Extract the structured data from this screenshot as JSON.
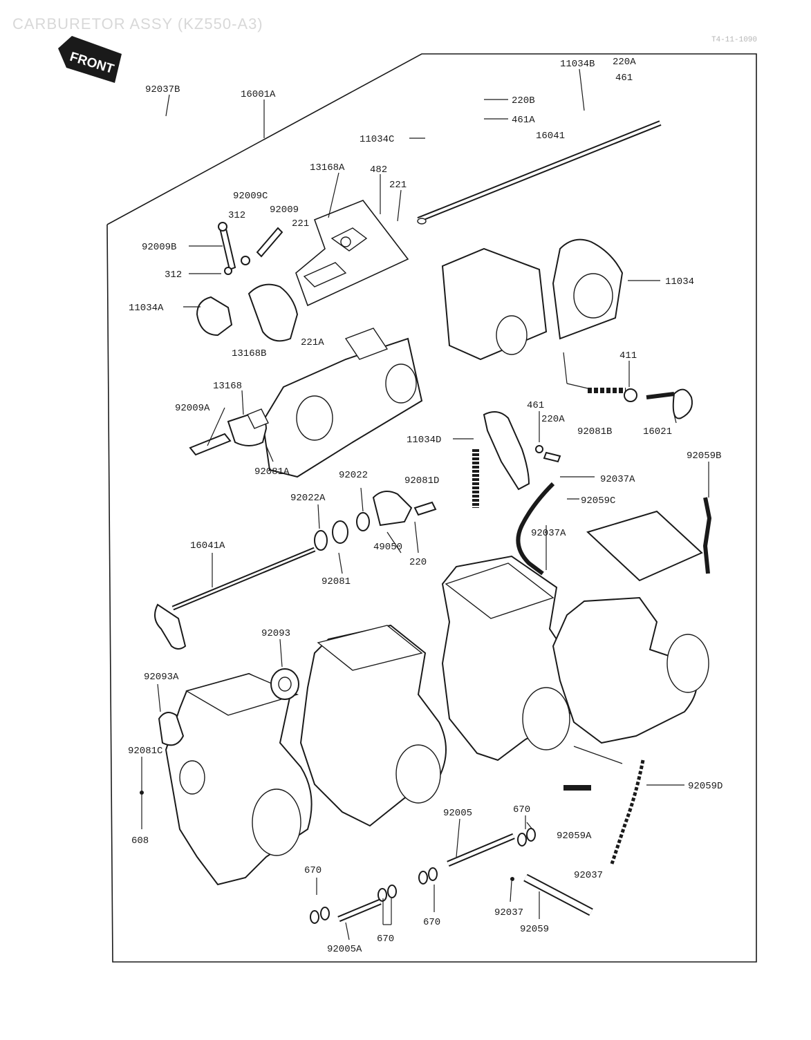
{
  "header": {
    "title": "CARBURETOR ASSY (KZ550-A3)",
    "ref": "T4-11-1090",
    "front_label": "FRONT"
  },
  "diagram": {
    "labels": {
      "p92037B": "92037B",
      "p16001A": "16001A",
      "p11034B": "11034B",
      "p220A_top": "220A",
      "p461_top": "461",
      "p220B": "220B",
      "p461A": "461A",
      "p11034C": "11034C",
      "p16041": "16041",
      "p13168A": "13168A",
      "p482": "482",
      "p221_a": "221",
      "p92009C": "92009C",
      "p312_a": "312",
      "p92009": "92009",
      "p221_b": "221",
      "p92009B": "92009B",
      "p312_b": "312",
      "p11034": "11034",
      "p11034A": "11034A",
      "p13168B": "13168B",
      "p221A": "221A",
      "p411": "411",
      "p13168": "13168",
      "p92009A": "92009A",
      "p92081B": "92081B",
      "p16021": "16021",
      "p461_mid": "461",
      "p220A_mid": "220A",
      "p11034D": "11034D",
      "p92081A": "92081A",
      "p92059B": "92059B",
      "p92022": "92022",
      "p92081D": "92081D",
      "p92037A_a": "92037A",
      "p92022A": "92022A",
      "p92059C": "92059C",
      "p92037A_b": "92037A",
      "p49050": "49050",
      "p220": "220",
      "p16041A": "16041A",
      "p92081": "92081",
      "p92093": "92093",
      "p92093A": "92093A",
      "p92081C": "92081C",
      "p92059D": "92059D",
      "p608": "608",
      "p92005": "92005",
      "p670_a": "670",
      "p92059A": "92059A",
      "p670_b": "670",
      "p92037": "92037",
      "p670_c": "670",
      "p92037_b": "92037",
      "p670_d": "670",
      "p92059": "92059",
      "p92005A": "92005A"
    }
  }
}
